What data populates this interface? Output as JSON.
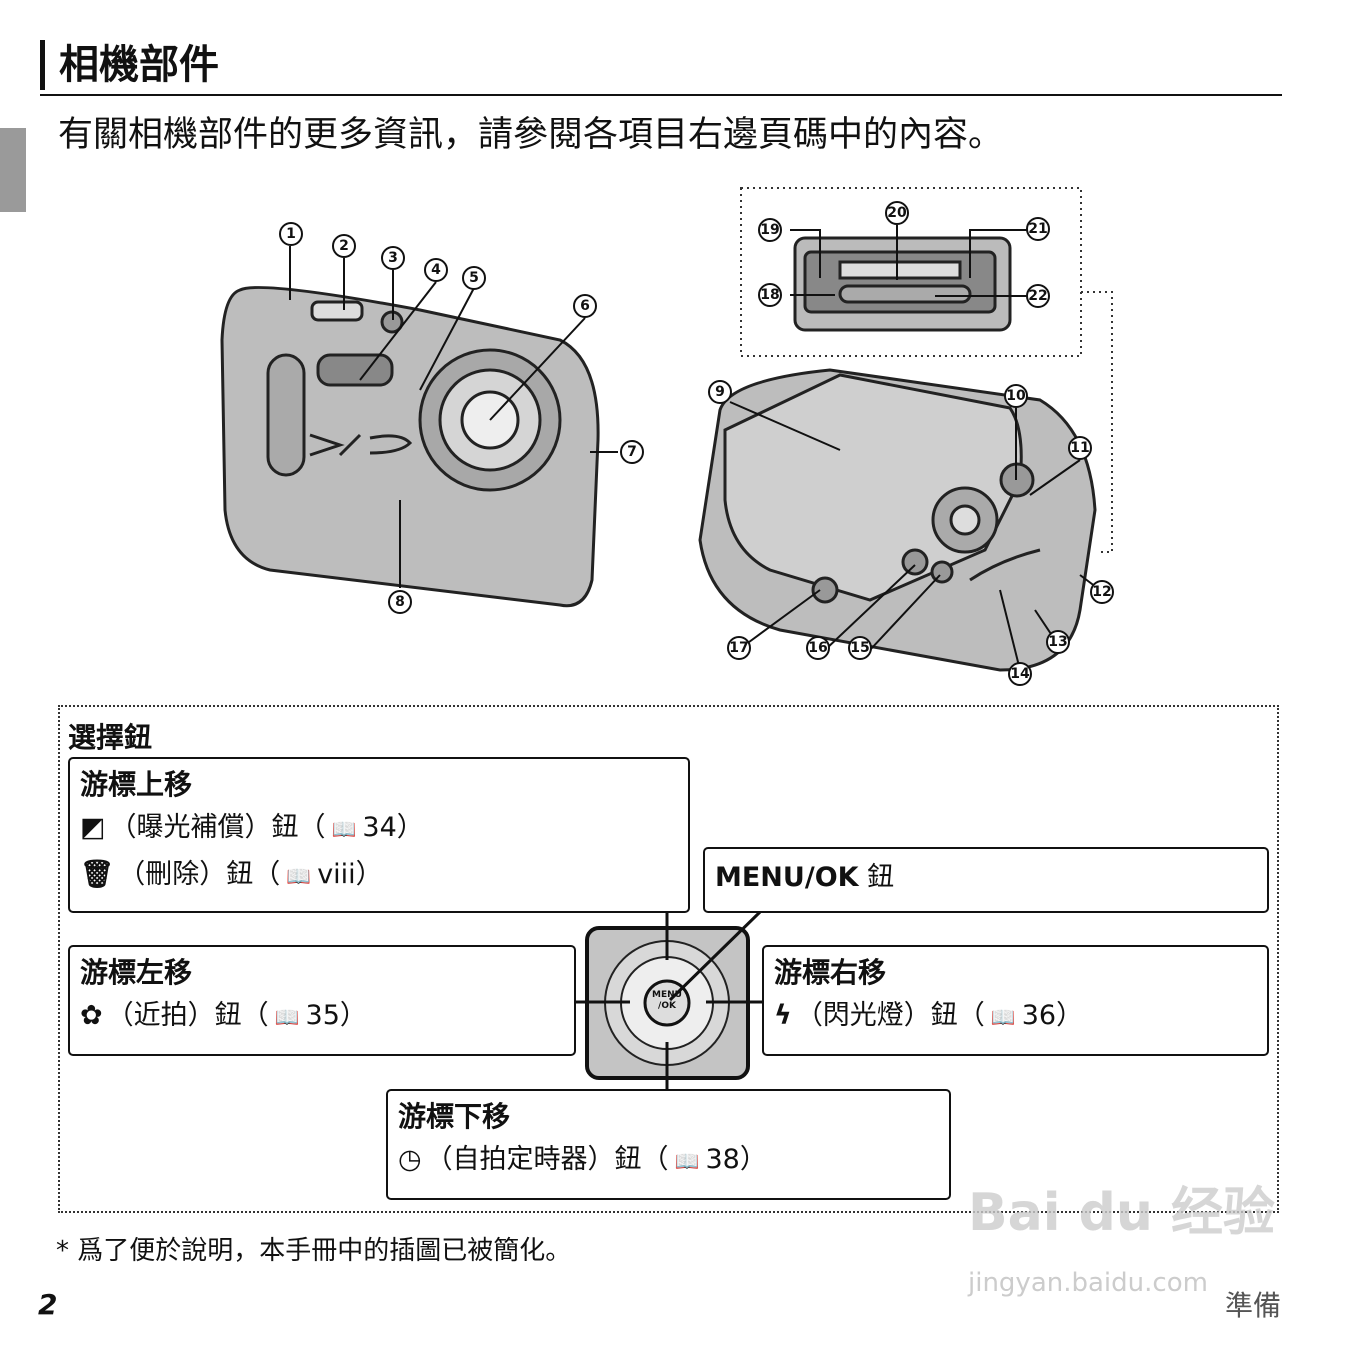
{
  "header": {
    "title": "相機部件",
    "subtitle": "有關相機部件的更多資訊，請參閱各項目右邊頁碼中的內容。"
  },
  "callouts": [
    "1",
    "2",
    "3",
    "4",
    "5",
    "6",
    "7",
    "8",
    "9",
    "10",
    "11",
    "12",
    "13",
    "14",
    "15",
    "16",
    "17",
    "18",
    "19",
    "20",
    "21",
    "22"
  ],
  "selector": {
    "title": "選擇鈕",
    "up": {
      "heading": "游標上移",
      "line1_icon": "exposure-compensation-icon",
      "line1": "（曝光補償）鈕（",
      "line1_page": "34）",
      "line2_icon": "trash-icon",
      "line2": "（刪除）鈕（",
      "line2_page": "viii）"
    },
    "menu": {
      "label": "MENU/OK",
      "suffix": " 鈕"
    },
    "left": {
      "heading": "游標左移",
      "icon": "macro-icon",
      "line": "（近拍）鈕（",
      "page": "35）"
    },
    "right": {
      "heading": "游標右移",
      "icon": "flash-icon",
      "line": "（閃光燈）鈕（",
      "page": "36）"
    },
    "down": {
      "heading": "游標下移",
      "icon": "self-timer-icon",
      "line": "（自拍定時器）鈕（",
      "page": "38）"
    },
    "dial_center": "MENU\n/OK"
  },
  "footnote": "* 爲了便於說明，本手冊中的插圖已被簡化。",
  "page_number": "2",
  "section": "準備",
  "watermark": {
    "logo": "Bai du 经验",
    "url": "jingyan.baidu.com"
  }
}
